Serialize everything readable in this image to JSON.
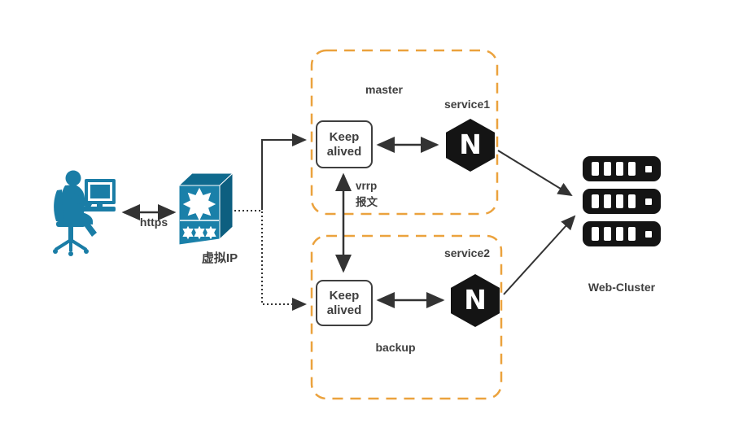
{
  "colors": {
    "accent_orange": "#EBA23D",
    "device_blue": "#1A7DA6",
    "text_dark": "#3F3F3F",
    "arrow_dark": "#333333",
    "node_black": "#141414"
  },
  "client": {
    "link_label": "https",
    "virtual_ip_label": "虚拟IP"
  },
  "master_group": {
    "group_label": "master",
    "service_label": "service1",
    "keepalived": {
      "line1": "Keep",
      "line2": "alived"
    }
  },
  "backup_group": {
    "group_label": "backup",
    "service_label": "service2",
    "keepalived": {
      "line1": "Keep",
      "line2": "alived"
    }
  },
  "vrrp_label": {
    "line1": "vrrp",
    "line2": "报文"
  },
  "nginx": {
    "letter": "N"
  },
  "web_cluster": {
    "label": "Web-Cluster",
    "server_count": 3
  }
}
